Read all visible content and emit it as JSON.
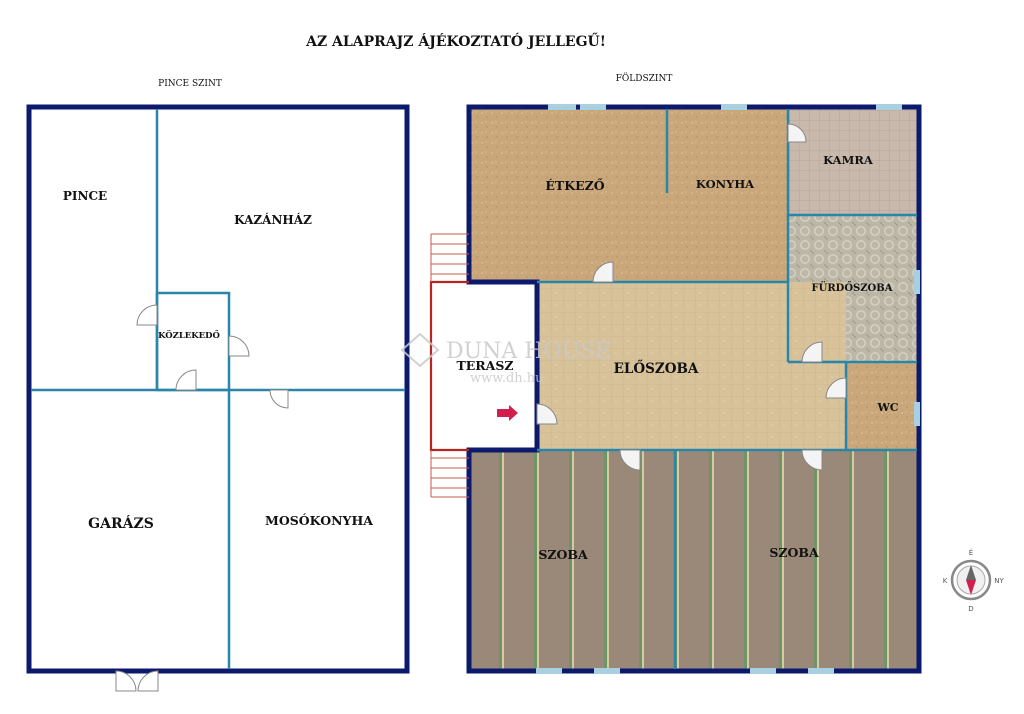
{
  "title": "AZ ALAPRAJZ ÁJÉKOZTATÓ JELLEGŰ!",
  "levels": {
    "basement": {
      "label": "PINCE SZINT",
      "rooms": {
        "pince": "PINCE",
        "kazanhaz": "KAZÁNHÁZ",
        "kozlekedo": "KÖZLEKEDŐ",
        "garazs": "GARÁZS",
        "mosokonyha": "MOSÓKONYHA"
      }
    },
    "ground": {
      "label": "FÖLDSZINT",
      "rooms": {
        "etkezo": "ÉTKEZŐ",
        "konyha": "KONYHA",
        "kamra": "KAMRA",
        "furdoszoba": "FÜRDŐSZOBA",
        "terasz": "TERASZ",
        "eloszoba": "ELŐSZOBA",
        "wc": "WC",
        "szoba1": "SZOBA",
        "szoba2": "SZOBA"
      }
    }
  },
  "watermark": {
    "brand": "DUNA HOUSE",
    "url": "www.dh.hu"
  },
  "compass": {
    "north": "É",
    "south": "D",
    "east": "K",
    "west": "NY"
  },
  "colors": {
    "wall": "#0c1a6e",
    "partition": "#2a86a8",
    "terrace": "#b5261e",
    "tile_warm": "#c9a77a",
    "tile_gray": "#b9b2a6",
    "parquet": "#9a8878"
  }
}
